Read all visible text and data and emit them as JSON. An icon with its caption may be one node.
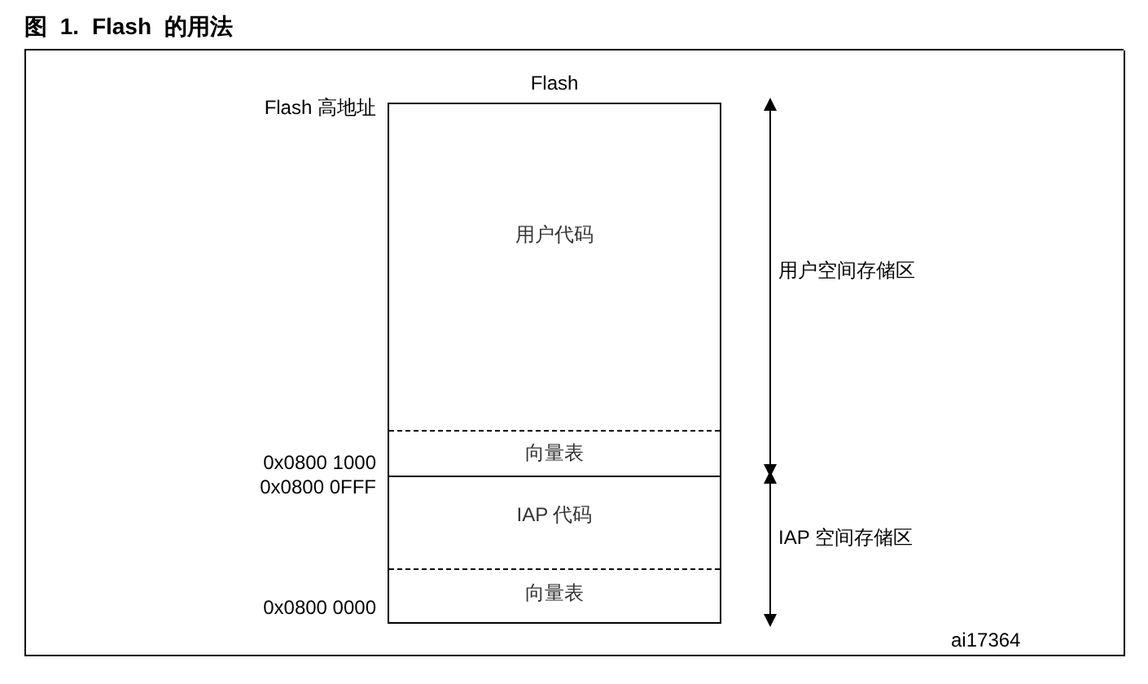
{
  "diagram": {
    "title": "图 1. Flash 的用法",
    "nodes": [
      {
        "text": [
          "Flash"
        ]
      },
      {
        "text": [
          "用户代码"
        ],
        "in": 0
      },
      {
        "text": [
          "向量表"
        ],
        "in": 0
      },
      {
        "text": [
          "IAP 代码"
        ],
        "in": 0
      },
      {
        "text": [
          "向量表"
        ],
        "in": 0
      }
    ],
    "labels": [
      "Flash 高地址",
      "0x0800 1000",
      "0x0800 0FFF",
      "0x0800 0000",
      "用户空间存储区",
      "IAP 空间存储区",
      "ai17364"
    ]
  }
}
